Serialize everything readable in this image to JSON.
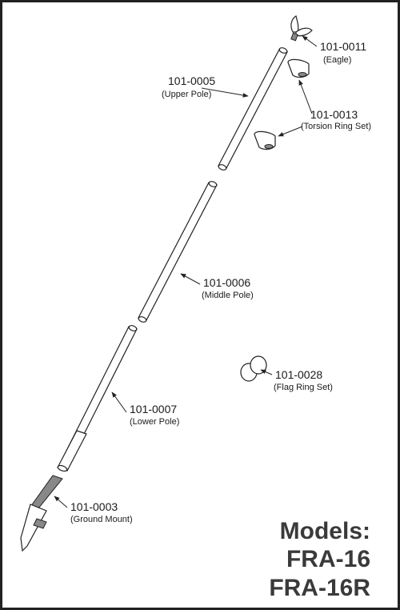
{
  "parts": [
    {
      "id": "eagle",
      "number": "101-0011",
      "name": "(Eagle)"
    },
    {
      "id": "upper",
      "number": "101-0005",
      "name": "(Upper Pole)"
    },
    {
      "id": "torsion",
      "number": "101-0013",
      "name": "(Torsion Ring Set)"
    },
    {
      "id": "middle",
      "number": "101-0006",
      "name": "(Middle Pole)"
    },
    {
      "id": "flag",
      "number": "101-0028",
      "name": "(Flag Ring Set)"
    },
    {
      "id": "lower",
      "number": "101-0007",
      "name": "(Lower Pole)"
    },
    {
      "id": "mount",
      "number": "101-0003",
      "name": "(Ground Mount)"
    }
  ],
  "models": {
    "heading": "Models:",
    "line1": "FRA-16",
    "line2": "FRA-16R"
  }
}
